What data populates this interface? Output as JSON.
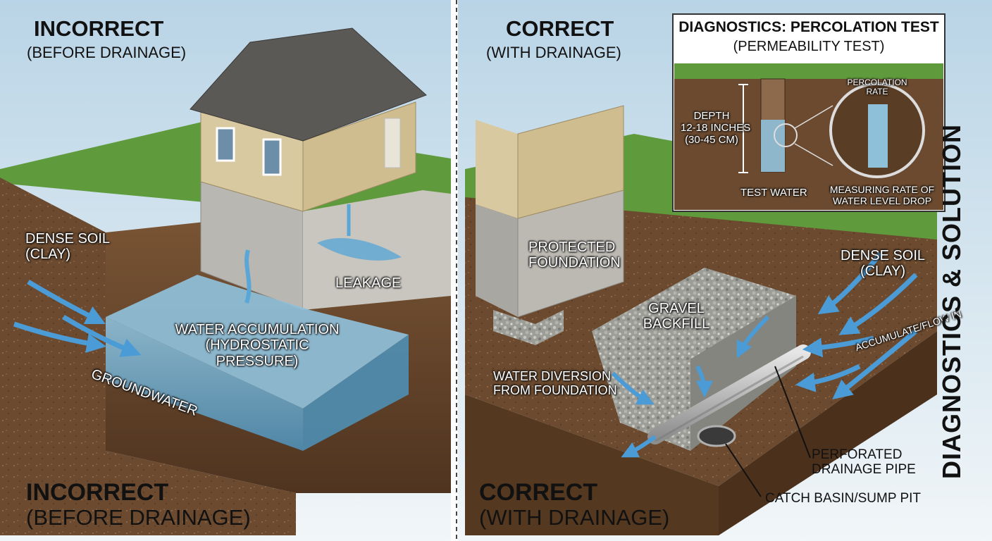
{
  "left": {
    "heading_top": "INCORRECT",
    "heading_top_sub": "(BEFORE DRAINAGE)",
    "heading_bottom": "INCORRECT",
    "heading_bottom_sub": "(BEFORE DRAINAGE)",
    "labels": {
      "dense_soil_1": "DENSE SOIL",
      "dense_soil_2": "(CLAY)",
      "leakage": "LEAKAGE",
      "water_1": "WATER ACCUMULATION",
      "water_2": "(HYDROSTATIC",
      "water_3": "PRESSURE)",
      "groundwater": "GROUNDWATER"
    }
  },
  "right": {
    "heading_top": "CORRECT",
    "heading_top_sub": "(WITH DRAINAGE)",
    "heading_bottom": "CORRECT",
    "heading_bottom_sub": "(WITH DRAINAGE)",
    "labels": {
      "protected_1": "PROTECTED",
      "protected_2": "FOUNDATION",
      "gravel_1": "GRAVEL",
      "gravel_2": "BACKFILL",
      "dense_soil_1": "DENSE SOIL",
      "dense_soil_2": "(CLAY)",
      "accumulate": "ACCUMULATE/FLOW IN",
      "diversion_1": "WATER DIVERSION",
      "diversion_2": "FROM FOUNDATION",
      "pipe_1": "PERFORATED",
      "pipe_2": "DRAINAGE PIPE",
      "catch_basin": "CATCH BASIN/SUMP PIT"
    }
  },
  "inset": {
    "title": "DIAGNOSTICS: PERCOLATION TEST",
    "subtitle": "(PERMEABILITY TEST)",
    "depth_1": "DEPTH",
    "depth_2": "12-18 INCHES",
    "depth_3": "(30-45 CM)",
    "test_water": "TEST WATER",
    "rate_1": "PERCOLATION",
    "rate_2": "RATE",
    "measuring_1": "MEASURING RATE OF",
    "measuring_2": "WATER LEVEL DROP"
  },
  "side_title": "DIAGNOSTICS & SOLUTION",
  "colors": {
    "sky": "#dbe9f1",
    "grass": "#5f9a3c",
    "soil": "#6b4a2f",
    "water": "#6aa5c7",
    "arrow": "#4a9bd6",
    "gravel": "#a6a6a2",
    "concrete": "#b9b7b1",
    "siding": "#d9c9a0",
    "roof": "#5b5955"
  }
}
